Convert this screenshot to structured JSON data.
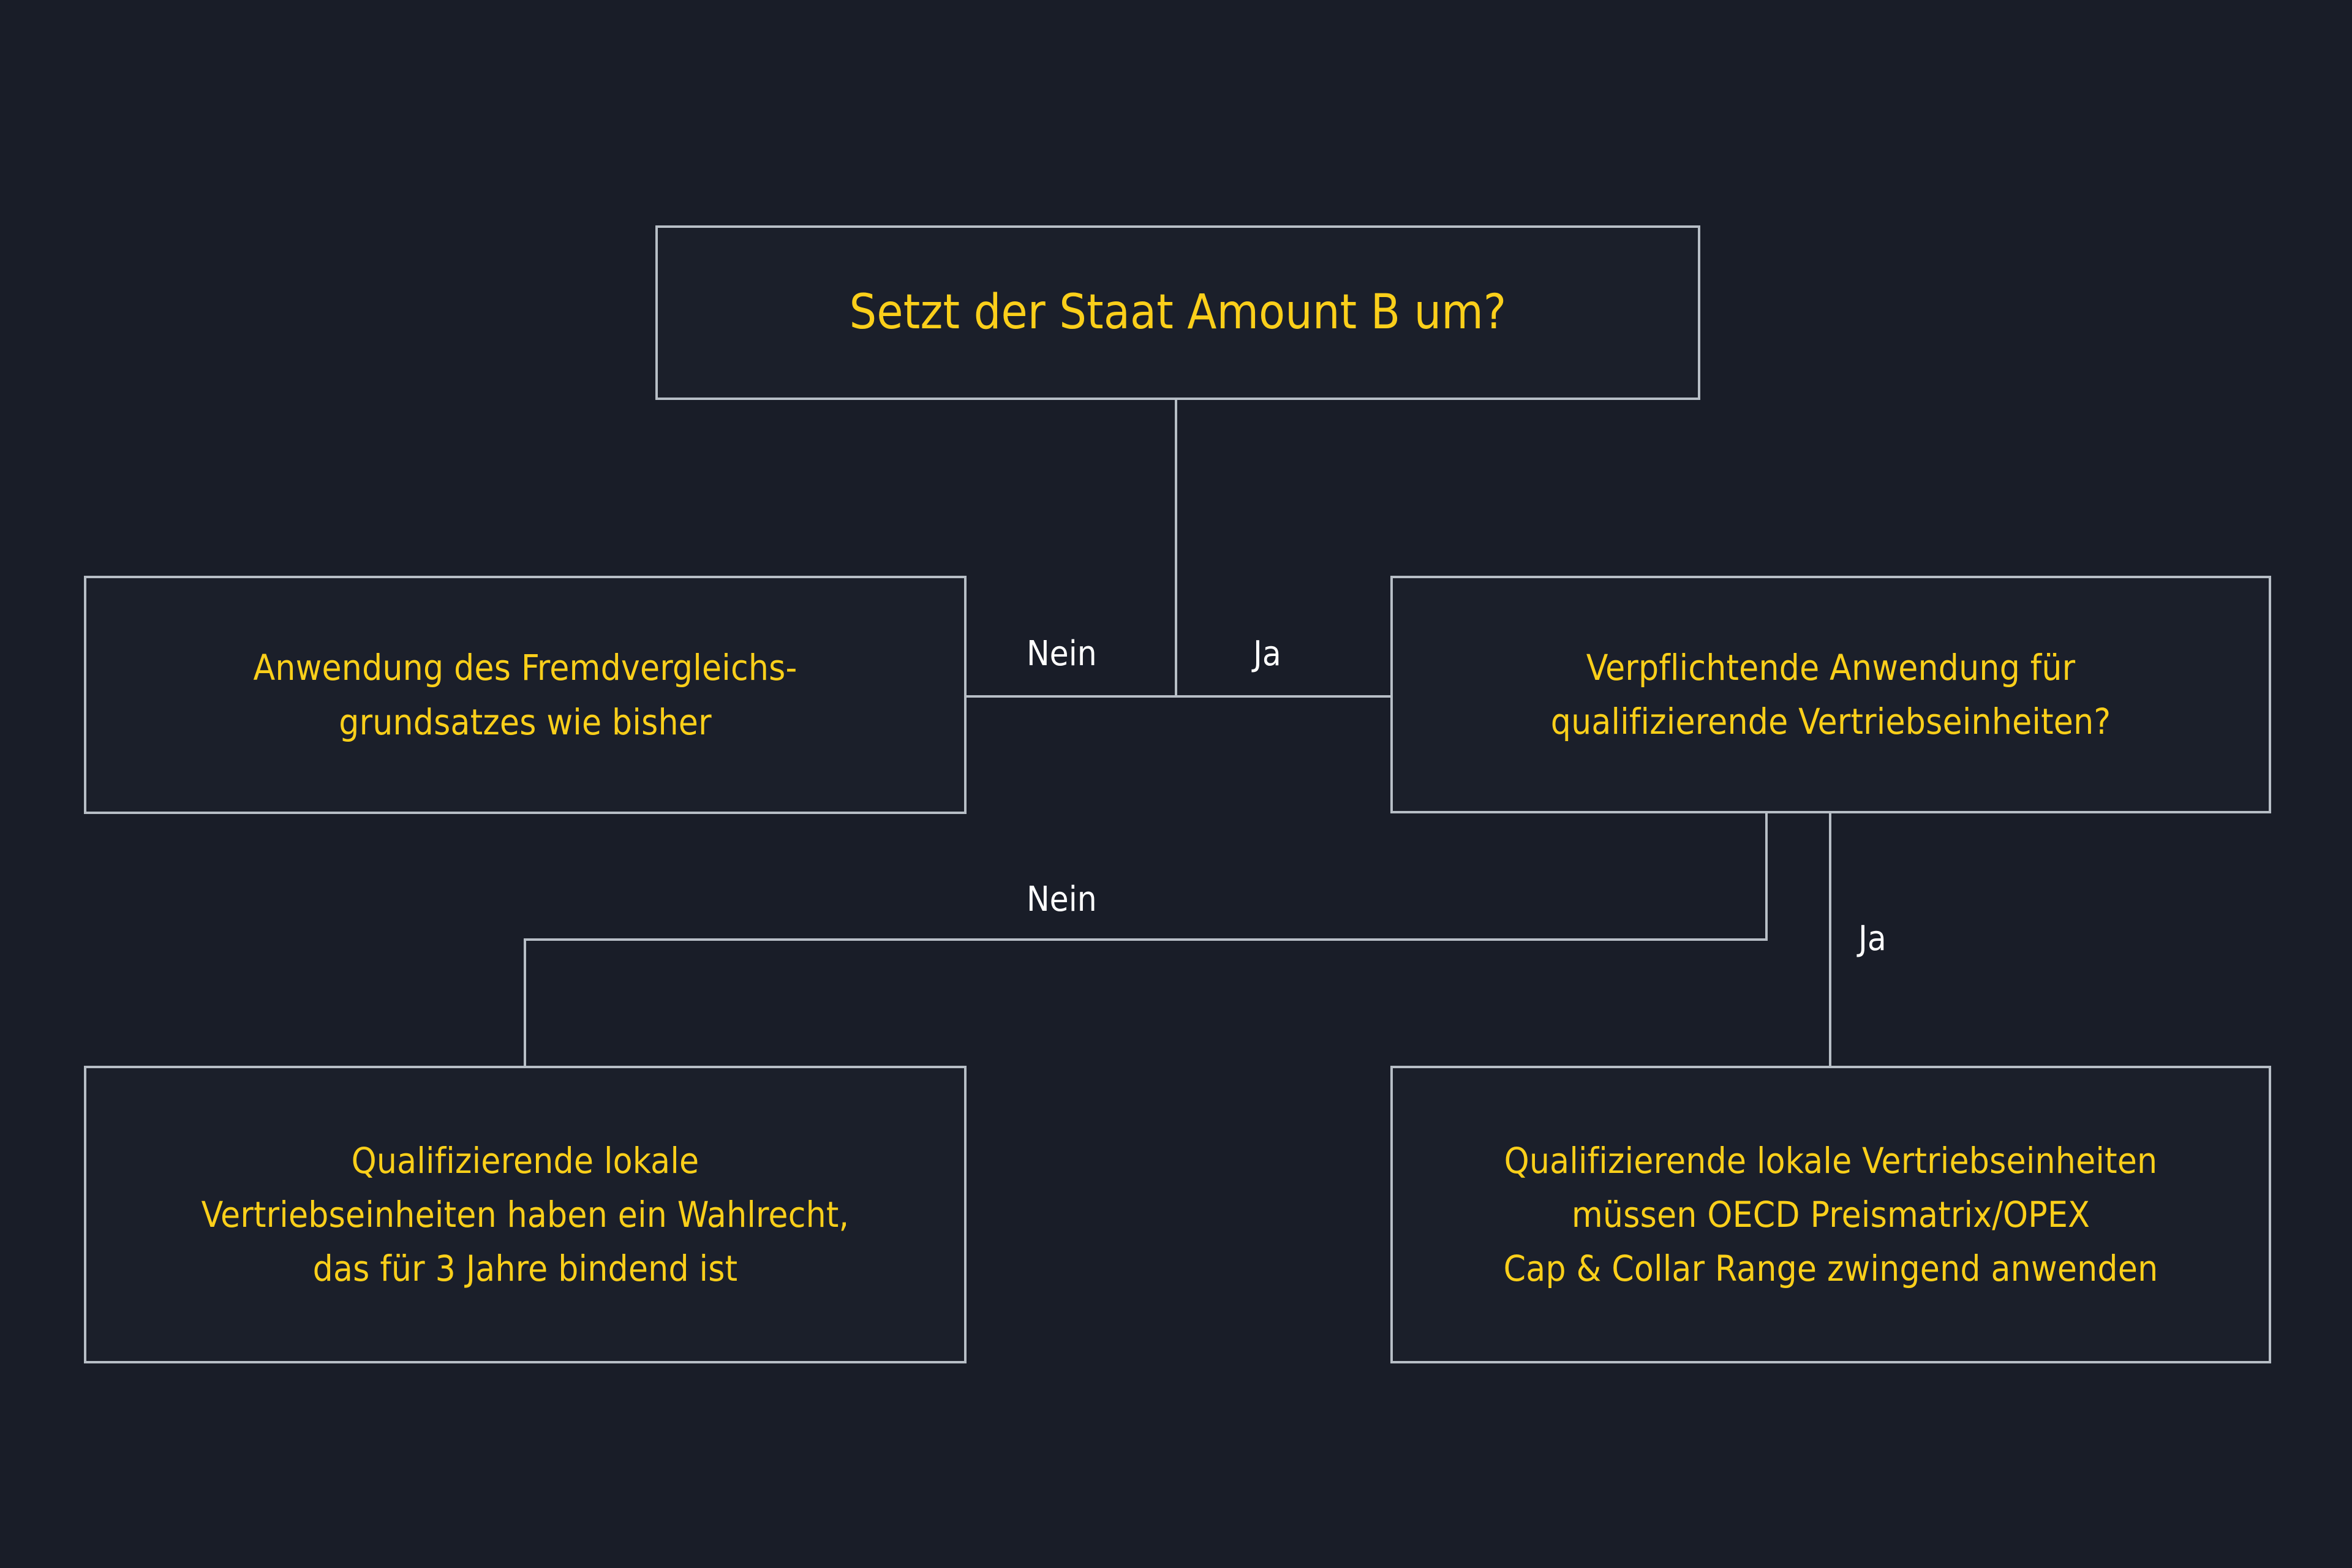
{
  "diagram": {
    "title": "Setzt der Staat Amount B um?",
    "language": "de",
    "colors": {
      "background": "#191d28",
      "box_fill": "#1b1f2a",
      "box_border": "#b7bec6",
      "box_text": "#fbcf1a",
      "edge_line": "#b7bec6",
      "edge_label_text": "#ffffff"
    },
    "nodes": [
      {
        "id": "root",
        "type": "decision",
        "text": "Setzt der Staat Amount B um?"
      },
      {
        "id": "arms_length",
        "type": "outcome",
        "text": "Anwendung des Fremdvergleichs-\ngrundsatzes wie bisher"
      },
      {
        "id": "mandatory",
        "type": "decision",
        "text": "Verpflichtende Anwendung für\nqualifizierende Vertriebseinheiten?"
      },
      {
        "id": "election",
        "type": "outcome",
        "text": "Qualifizierende lokale\nVertriebseinheiten haben ein Wahlrecht,\ndas für 3 Jahre bindend ist"
      },
      {
        "id": "price_matrix",
        "type": "outcome",
        "text": "Qualifizierende lokale Vertriebseinheiten\nmüssen OECD Preismatrix/OPEX\nCap & Collar Range zwingend anwenden"
      }
    ],
    "edges": [
      {
        "id": "root_no",
        "from": "root",
        "to": "arms_length",
        "label": "Nein"
      },
      {
        "id": "root_yes",
        "from": "root",
        "to": "mandatory",
        "label": "Ja"
      },
      {
        "id": "mandatory_no",
        "from": "mandatory",
        "to": "election",
        "label": "Nein"
      },
      {
        "id": "mandatory_yes",
        "from": "mandatory",
        "to": "price_matrix",
        "label": "Ja"
      }
    ]
  }
}
